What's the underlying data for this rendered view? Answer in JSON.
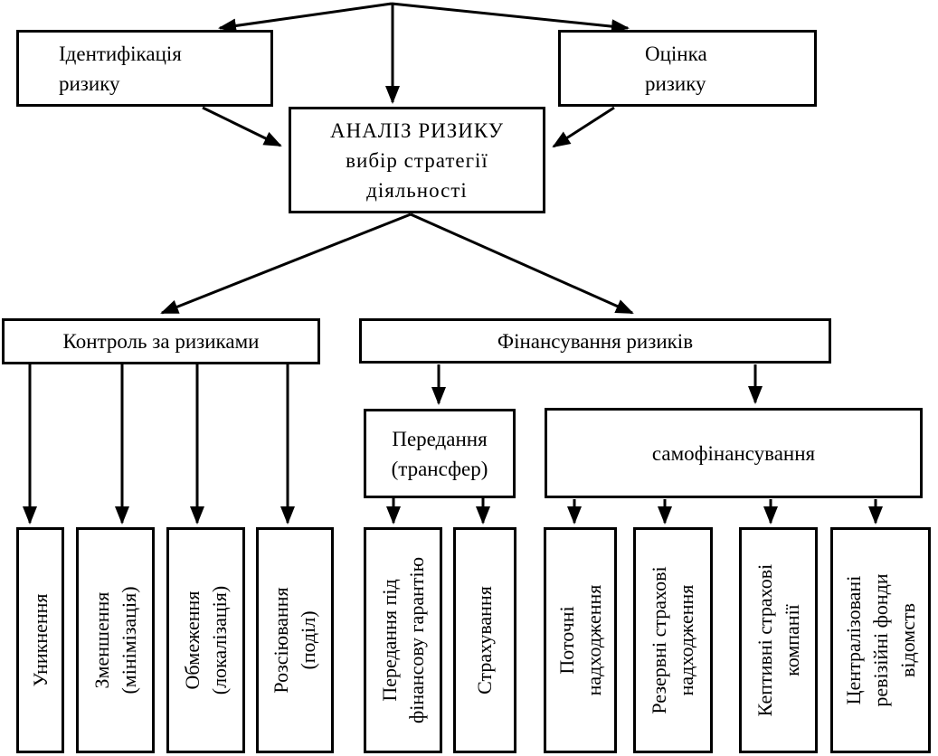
{
  "diagram_type": "flowchart",
  "colors": {
    "line": "#000000",
    "box_border": "#000000",
    "box_fill": "#ffffff",
    "background": "#ffffff"
  },
  "nodes": {
    "identification": {
      "label": "Ідентифікація\nризику"
    },
    "assessment": {
      "label": "Оцінка\nризику"
    },
    "analysis": {
      "label": "АНАЛІЗ РИЗИКУ\nвибір стратегії\nдіяльності"
    },
    "control": {
      "label": "Контроль за ризиками"
    },
    "financing": {
      "label": "Фінансування ризиків"
    },
    "transfer": {
      "label": "Передання\n(трансфер)"
    },
    "self_financing": {
      "label": "самофінансування"
    },
    "avoidance": {
      "label": "Уникнення"
    },
    "reduction": {
      "label": "Зменшення\n(мінімізація)"
    },
    "limitation": {
      "label": "Обмеження\n(локалізація)"
    },
    "dispersion": {
      "label": "Розсіювання\n(поділ)"
    },
    "transfer_under_guarantee": {
      "label": "Передання під\nфінансову гарантію"
    },
    "insurance": {
      "label": "Страхування"
    },
    "current_income": {
      "label": "Поточні\nнадходження"
    },
    "reserve_insurance_income": {
      "label": "Резервні страхові\nнадходження"
    },
    "captive_insurance_companies": {
      "label": "Кептивні страхові\nкомпанії"
    },
    "centralized_funds": {
      "label": "Централізовані\nревізійні фонди\nвідомств"
    }
  }
}
